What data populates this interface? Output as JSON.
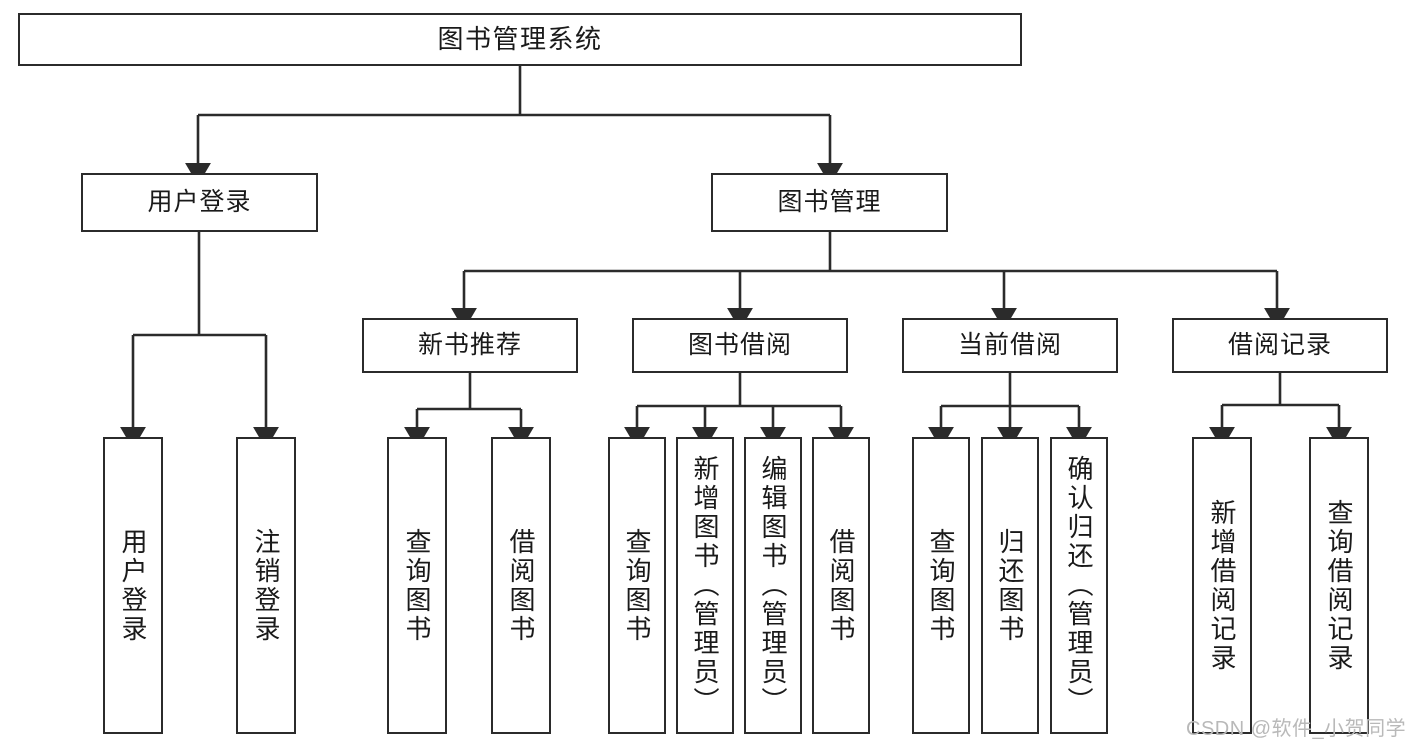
{
  "diagram": {
    "title_node": "图书管理系统",
    "level2": [
      {
        "id": "user-login",
        "label": "用户登录"
      },
      {
        "id": "book-manage",
        "label": "图书管理"
      }
    ],
    "level3": [
      {
        "id": "new-book-recommend",
        "label": "新书推荐"
      },
      {
        "id": "book-borrow",
        "label": "图书借阅"
      },
      {
        "id": "current-borrow",
        "label": "当前借阅"
      },
      {
        "id": "borrow-record",
        "label": "借阅记录"
      }
    ],
    "leaves": {
      "user_login": [
        {
          "id": "leaf-user-login",
          "label": "用户登录"
        },
        {
          "id": "leaf-logout-login",
          "label": "注销登录"
        }
      ],
      "new_book_recommend": [
        {
          "id": "leaf-query-book-1",
          "label": "查询图书"
        },
        {
          "id": "leaf-borrow-book-1",
          "label": "借阅图书"
        }
      ],
      "book_borrow": [
        {
          "id": "leaf-query-book-2",
          "label": "查询图书"
        },
        {
          "id": "leaf-add-book-admin",
          "label": "新增图书（管理员）"
        },
        {
          "id": "leaf-edit-book-admin",
          "label": "编辑图书（管理员）"
        },
        {
          "id": "leaf-borrow-book-2",
          "label": "借阅图书"
        }
      ],
      "current_borrow": [
        {
          "id": "leaf-query-book-3",
          "label": "查询图书"
        },
        {
          "id": "leaf-return-book",
          "label": "归还图书"
        },
        {
          "id": "leaf-confirm-return-admin",
          "label": "确认归还（管理员）"
        }
      ],
      "borrow_record": [
        {
          "id": "leaf-add-borrow-record",
          "label": "新增借阅记录"
        },
        {
          "id": "leaf-query-borrow-record",
          "label": "查询借阅记录"
        }
      ]
    },
    "watermark": "CSDN @软件_小贺同学",
    "colors": {
      "stroke": "#2b2b2b",
      "fill": "#ffffff",
      "text": "#1a1a1a",
      "watermark": "#b9b9b9"
    }
  }
}
